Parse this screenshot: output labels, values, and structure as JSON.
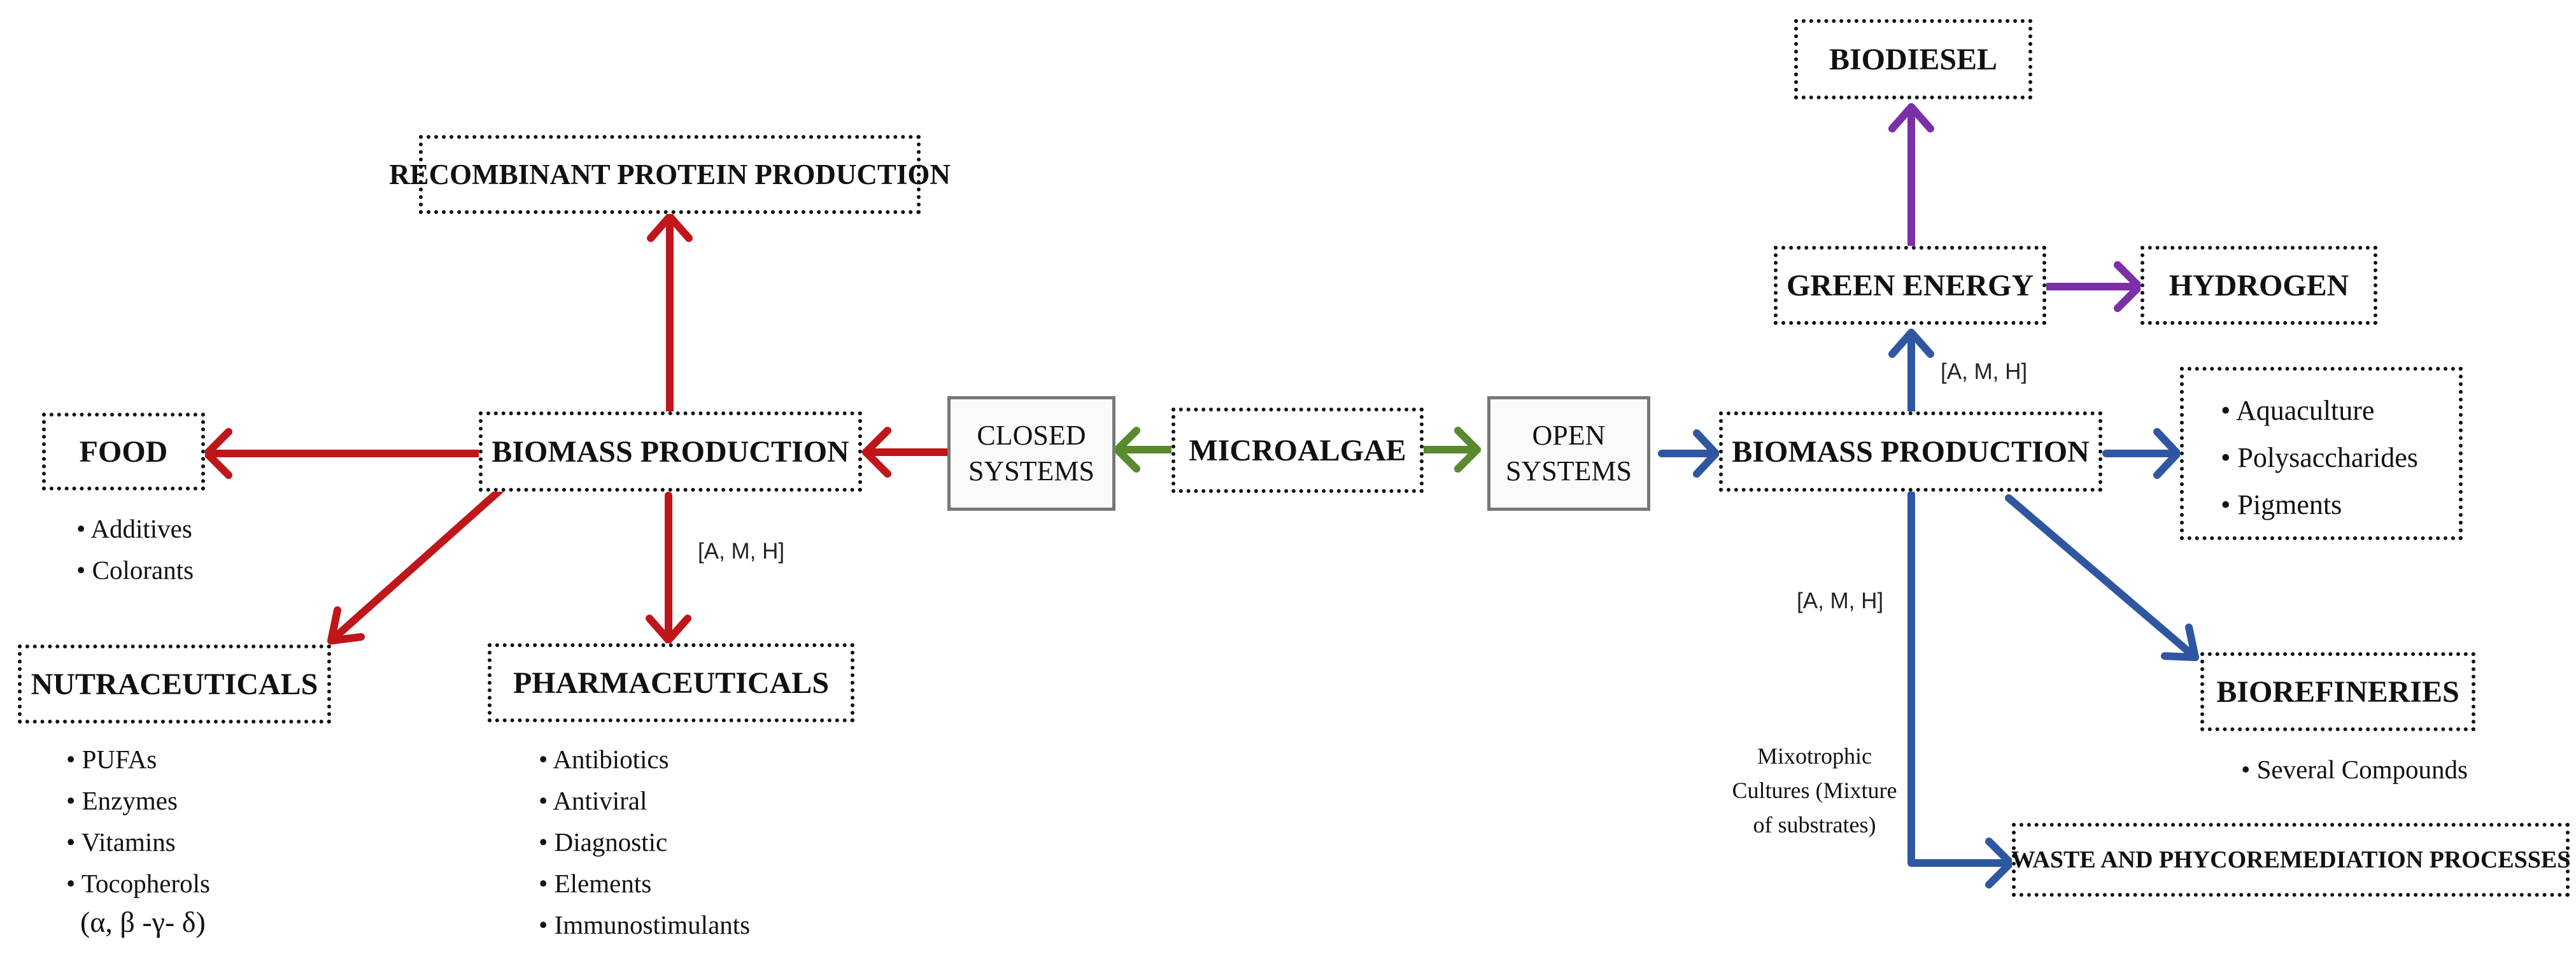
{
  "center": {
    "label": "MICROALGAE"
  },
  "closed_systems": {
    "line1": "CLOSED",
    "line2": "SYSTEMS"
  },
  "open_systems": {
    "line1": "OPEN",
    "line2": "SYSTEMS"
  },
  "left": {
    "biomass": "BIOMASS PRODUCTION",
    "recombinant": "RECOMBINANT PROTEIN PRODUCTION",
    "food": {
      "title": "FOOD",
      "items": [
        "Additives",
        "Colorants"
      ]
    },
    "nutraceuticals": {
      "title": "NUTRACEUTICALS",
      "items": [
        "PUFAs",
        "Enzymes",
        "Vitamins",
        "Tocopherols"
      ],
      "extra": "(α, β -γ- δ)"
    },
    "pharmaceuticals": {
      "title": "PHARMACEUTICALS",
      "items": [
        "Antibiotics",
        "Antiviral",
        "Diagnostic",
        "Elements",
        "Immunostimulants"
      ]
    },
    "amh": "[A, M, H]"
  },
  "right": {
    "biomass": "BIOMASS PRODUCTION",
    "green_energy": "GREEN ENERGY",
    "biodiesel": "BIODIESEL",
    "hydrogen": "HYDROGEN",
    "products": [
      "Aquaculture",
      "Polysaccharides",
      "Pigments"
    ],
    "biorefineries": {
      "title": "BIOREFINERIES",
      "items": [
        "Several Compounds"
      ]
    },
    "waste": "WASTE AND PHYCOREMEDIATION PROCESSES",
    "amh_up": "[A, M, H]",
    "amh_down": "[A, M, H]",
    "mixotrophic": {
      "line1": "Mixotrophic",
      "line2": "Cultures (Mixture",
      "line3": "of substrates)"
    }
  },
  "colors": {
    "red": "#c0151a",
    "green": "#5a8a2e",
    "blue": "#2f57a1",
    "purple": "#7b2fa8"
  },
  "connectors": [
    {
      "name": "arrow-microalgae-to-closed",
      "color": "green",
      "from": "center.label",
      "to": "closed_systems"
    },
    {
      "name": "arrow-microalgae-to-open",
      "color": "green",
      "from": "center.label",
      "to": "open_systems"
    },
    {
      "name": "arrow-closed-to-biomass",
      "color": "red",
      "from": "closed_systems",
      "to": "left.biomass"
    },
    {
      "name": "arrow-biomass-to-recombinant",
      "color": "red",
      "from": "left.biomass",
      "to": "left.recombinant"
    },
    {
      "name": "arrow-biomass-to-food",
      "color": "red",
      "from": "left.biomass",
      "to": "left.food"
    },
    {
      "name": "arrow-biomass-to-nutraceuticals",
      "color": "red",
      "from": "left.biomass",
      "to": "left.nutraceuticals"
    },
    {
      "name": "arrow-biomass-to-pharmaceuticals",
      "color": "red",
      "from": "left.biomass",
      "to": "left.pharmaceuticals"
    },
    {
      "name": "arrow-open-to-biomass",
      "color": "blue",
      "from": "open_systems",
      "to": "right.biomass"
    },
    {
      "name": "arrow-biomass-to-products",
      "color": "blue",
      "from": "right.biomass",
      "to": "right.products"
    },
    {
      "name": "arrow-biomass-to-green-energy",
      "color": "blue",
      "from": "right.biomass",
      "to": "right.green_energy"
    },
    {
      "name": "arrow-biomass-to-biorefineries",
      "color": "blue",
      "from": "right.biomass",
      "to": "right.biorefineries"
    },
    {
      "name": "arrow-biomass-to-waste",
      "color": "blue",
      "from": "right.biomass",
      "to": "right.waste"
    },
    {
      "name": "arrow-green-energy-to-biodiesel",
      "color": "purple",
      "from": "right.green_energy",
      "to": "right.biodiesel"
    },
    {
      "name": "arrow-green-energy-to-hydrogen",
      "color": "purple",
      "from": "right.green_energy",
      "to": "right.hydrogen"
    }
  ]
}
